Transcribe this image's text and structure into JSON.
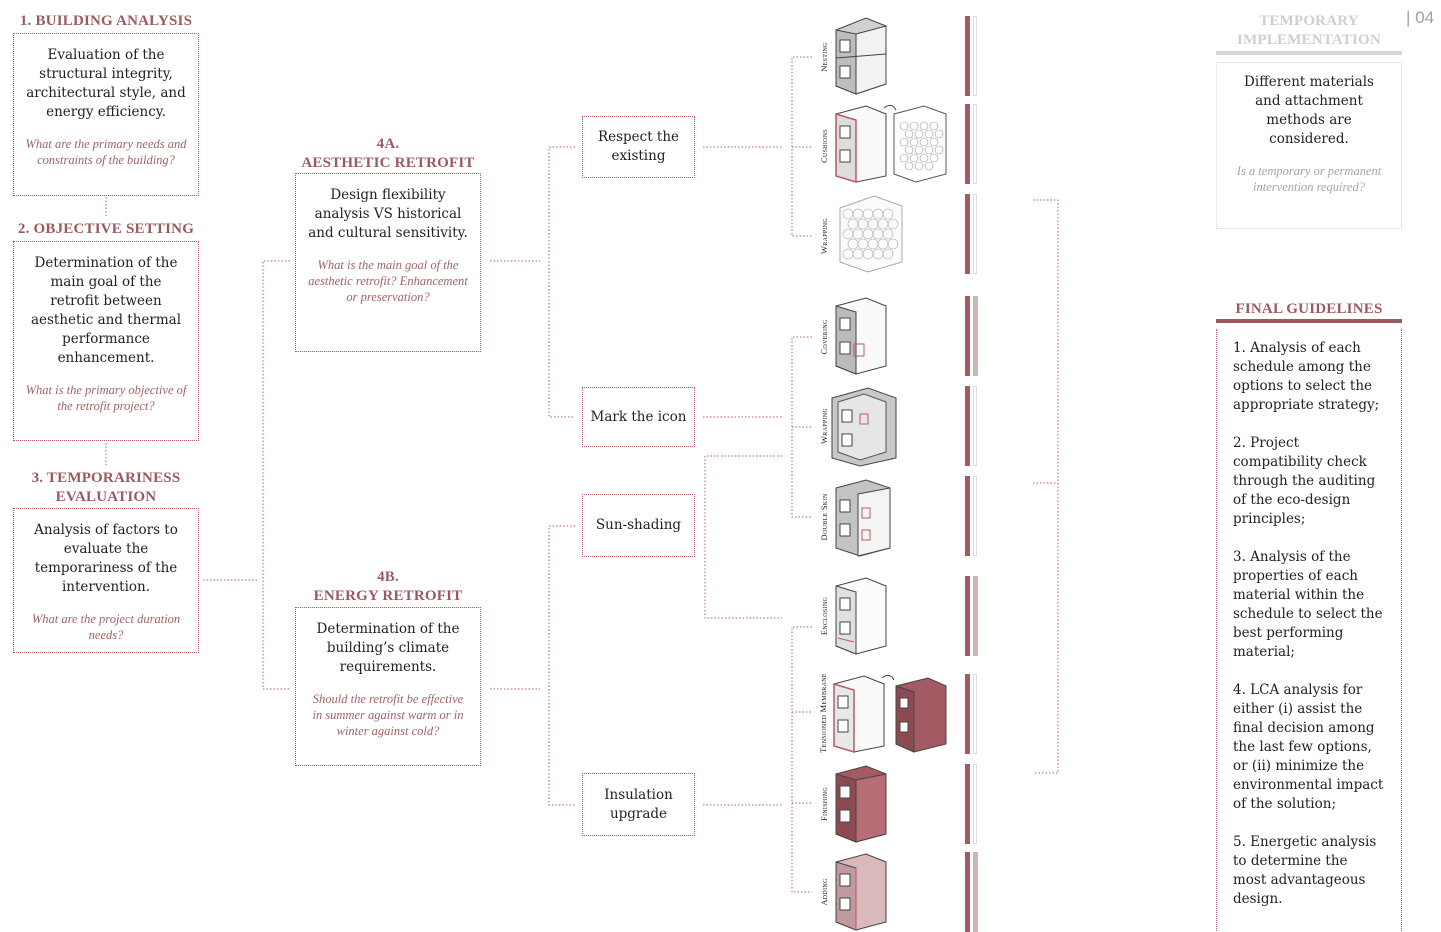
{
  "page_number": "| 04",
  "steps": {
    "s1": {
      "title": "1. BUILDING ANALYSIS",
      "text": "Evaluation of the structural integrity, architectural style, and energy efficiency.",
      "question": "What are the primary needs and constraints of the building?"
    },
    "s2": {
      "title": "2. OBJECTIVE SETTING",
      "text": "Determination of the main goal of the retrofit between aesthetic and thermal performance enhancement.",
      "question": "What is the primary objective of the retrofit project?"
    },
    "s3": {
      "title": "3. TEMPORARINESS EVALUATION",
      "text": "Analysis of factors to evaluate the temporariness of the intervention.",
      "question": "What are the project duration needs?"
    },
    "s4a": {
      "title_num": "4A.",
      "title": "AESTHETIC RETROFIT",
      "text": "Design flexibility analysis VS historical and cultural sensitivity.",
      "question": "What is the main goal of the aesthetic retrofit? Enhancement or preservation?"
    },
    "s4b": {
      "title_num": "4B.",
      "title": "ENERGY RETROFIT",
      "text": "Determination of the building’s climate requirements.",
      "question": "Should the retrofit be effective in summer against warm or in winter against cold?"
    }
  },
  "options": {
    "respect": "Respect the existing",
    "mark": "Mark the icon",
    "sunshading": "Sun-shading",
    "insulation": "Insulation upgrade"
  },
  "strategies": [
    "Nesting",
    "Cushions",
    "Wrapping",
    "Covering",
    "Wrapping",
    "Double Skin",
    "Enclosing",
    "Tensioned Membrane",
    "Finishing",
    "Adding"
  ],
  "temporary": {
    "title": "TEMPORARY IMPLEMENTATION",
    "text": "Different materials and attachment methods are considered.",
    "question": "Is a temporary or permanent intervention required?"
  },
  "final": {
    "title": "FINAL GUIDELINES",
    "items": [
      "1. Analysis of each schedule among the options to select the appropriate strategy;",
      "2. Project compatibility check through the auditing of the eco-design principles;",
      "3. Analysis of the properties of each material within the schedule to select the best performing material;",
      "4. LCA analysis for either (i) assist the final decision among the last few options, or (ii) minimize the environmental impact of the solution;",
      "5. Energetic analysis to determine the most advantageous design."
    ]
  },
  "colors": {
    "accent": "#9b5a5f",
    "bar": "#a35a63",
    "bar_light": "#c9b9b0",
    "faded": "#c8c8c8"
  }
}
